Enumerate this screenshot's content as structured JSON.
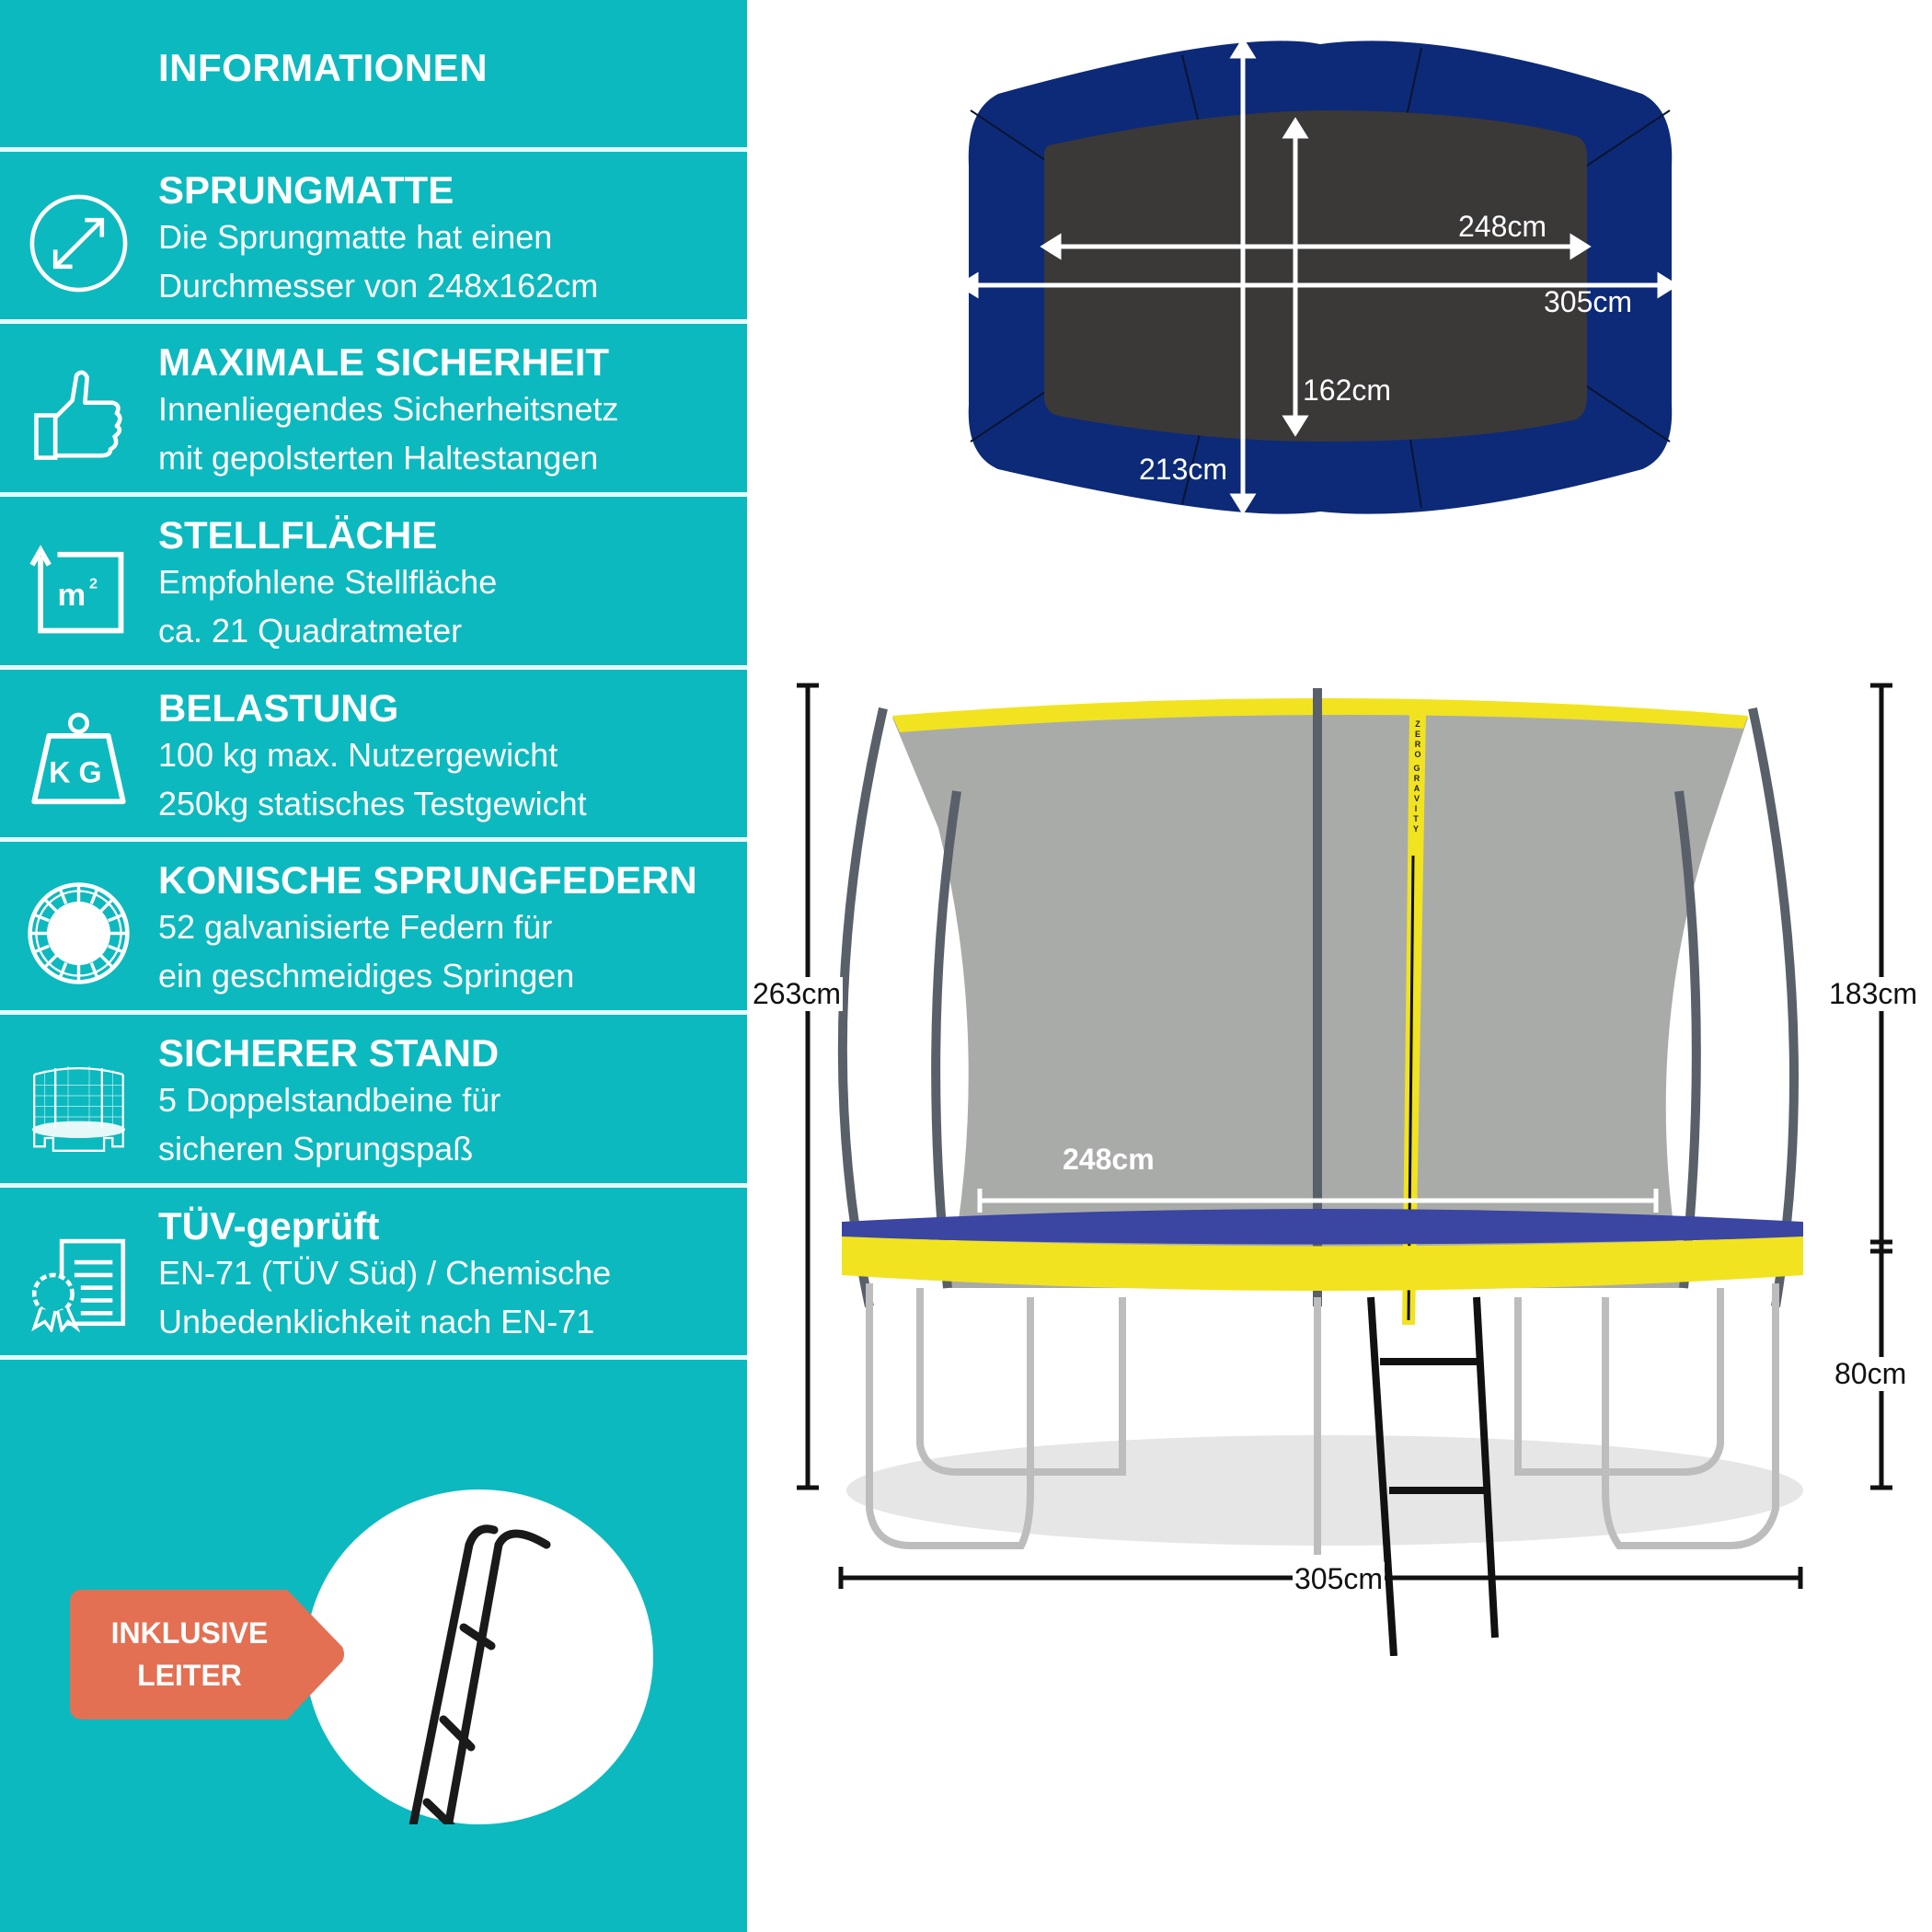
{
  "colors": {
    "panel": "#0cb9bf",
    "badge": "#e37053",
    "frame_blue": "#0c2a78",
    "mat": "#3b3838",
    "pad_yellow": "#f1e320",
    "strap_yellow": "#f1e320"
  },
  "sidebar": {
    "title": "INFORMATIONEN",
    "items": [
      {
        "icon": "diagonal-arrows-icon",
        "heading": "SPRUNGMATTE",
        "line1": "Die Sprungmatte hat einen",
        "line2": "Durchmesser von 248x162cm"
      },
      {
        "icon": "thumbs-up-icon",
        "heading": "MAXIMALE SICHERHEIT",
        "line1": "Innenliegendes Sicherheitsnetz",
        "line2": "mit gepolsterten Haltestangen"
      },
      {
        "icon": "square-meter-icon",
        "heading": "STELLFLÄCHE",
        "line1": "Empfohlene Stellfläche",
        "line2": "ca. 21 Quadratmeter"
      },
      {
        "icon": "kg-weight-icon",
        "heading": "BELASTUNG",
        "line1": "100 kg max. Nutzergewicht",
        "line2": "250kg statisches Testgewicht"
      },
      {
        "icon": "trampoline-springs-icon",
        "heading": "KONISCHE SPRUNGFEDERN",
        "line1": "52 galvanisierte Federn für",
        "line2": "ein geschmeidiges Springen"
      },
      {
        "icon": "trampoline-icon",
        "heading": "SICHERER STAND",
        "line1": "5 Doppelstandbeine für",
        "line2": "sicheren Sprungspaß"
      },
      {
        "icon": "certificate-icon",
        "heading": "TÜV-geprüft",
        "line1": "EN-71 (TÜV Süd) / Chemische",
        "line2": "Unbedenklichkeit nach EN-71"
      }
    ],
    "badge": {
      "line1": "INKLUSIVE",
      "line2": "LEITER"
    }
  },
  "top_view": {
    "mat_width": "248cm",
    "outer_width": "305cm",
    "mat_depth": "162cm",
    "outer_depth": "213cm"
  },
  "side_view": {
    "total_height": "263cm",
    "net_height": "183cm",
    "frame_height": "80cm",
    "mat_width": "248cm",
    "total_width": "305cm",
    "brand": "ZERO GRAVITY"
  }
}
